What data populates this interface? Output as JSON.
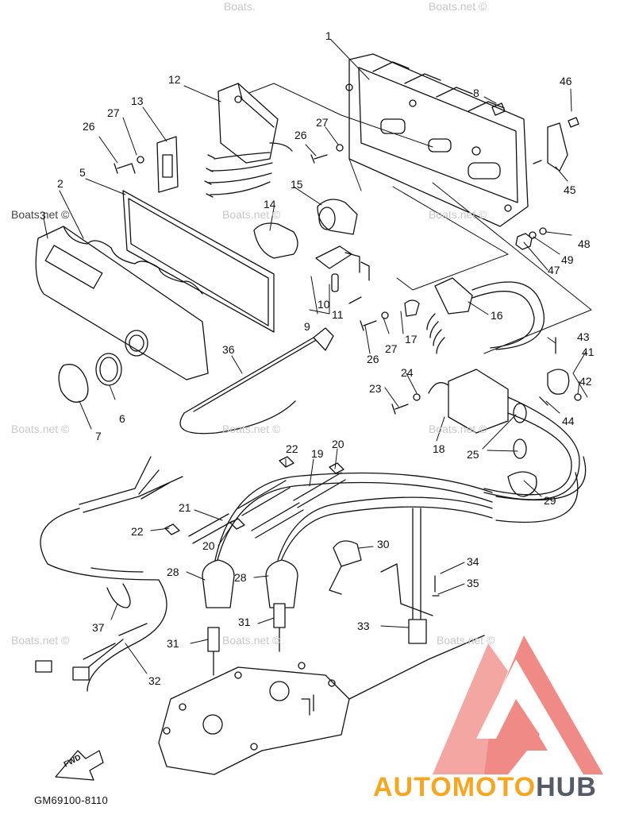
{
  "diagram": {
    "figure_code": "GM69100-8110",
    "fwd_label": "FWD",
    "watermark_text": "Boats.net",
    "watermark_copyright": "Boats.net ©",
    "watermark_partial": "Boats.",
    "brand": {
      "part1": "AUTO",
      "part2": "MOTO",
      "part3": "HUB"
    },
    "brand_colors": {
      "logo_red": "#f08a86",
      "logo_orange": "#f5a623",
      "logo_gray": "#555b66"
    },
    "callouts": [
      {
        "id": "c1",
        "label": "1"
      },
      {
        "id": "c2",
        "label": "2"
      },
      {
        "id": "c3",
        "label": "3"
      },
      {
        "id": "c5",
        "label": "5"
      },
      {
        "id": "c6",
        "label": "6"
      },
      {
        "id": "c7",
        "label": "7"
      },
      {
        "id": "c8",
        "label": "8"
      },
      {
        "id": "c9",
        "label": "9"
      },
      {
        "id": "c10",
        "label": "10"
      },
      {
        "id": "c11",
        "label": "11"
      },
      {
        "id": "c12",
        "label": "12"
      },
      {
        "id": "c13",
        "label": "13"
      },
      {
        "id": "c14",
        "label": "14"
      },
      {
        "id": "c15",
        "label": "15"
      },
      {
        "id": "c16",
        "label": "16"
      },
      {
        "id": "c17",
        "label": "17"
      },
      {
        "id": "c18",
        "label": "18"
      },
      {
        "id": "c19",
        "label": "19"
      },
      {
        "id": "c20a",
        "label": "20"
      },
      {
        "id": "c20b",
        "label": "20"
      },
      {
        "id": "c21",
        "label": "21"
      },
      {
        "id": "c22a",
        "label": "22"
      },
      {
        "id": "c22b",
        "label": "22"
      },
      {
        "id": "c23",
        "label": "23"
      },
      {
        "id": "c24",
        "label": "24"
      },
      {
        "id": "c25",
        "label": "25"
      },
      {
        "id": "c26a",
        "label": "26"
      },
      {
        "id": "c26b",
        "label": "26"
      },
      {
        "id": "c26c",
        "label": "26"
      },
      {
        "id": "c27a",
        "label": "27"
      },
      {
        "id": "c27b",
        "label": "27"
      },
      {
        "id": "c27c",
        "label": "27"
      },
      {
        "id": "c28a",
        "label": "28"
      },
      {
        "id": "c28b",
        "label": "28"
      },
      {
        "id": "c29",
        "label": "29"
      },
      {
        "id": "c30",
        "label": "30"
      },
      {
        "id": "c31a",
        "label": "31"
      },
      {
        "id": "c31b",
        "label": "31"
      },
      {
        "id": "c32",
        "label": "32"
      },
      {
        "id": "c33",
        "label": "33"
      },
      {
        "id": "c34",
        "label": "34"
      },
      {
        "id": "c35",
        "label": "35"
      },
      {
        "id": "c36",
        "label": "36"
      },
      {
        "id": "c37",
        "label": "37"
      },
      {
        "id": "c41",
        "label": "41"
      },
      {
        "id": "c42",
        "label": "42"
      },
      {
        "id": "c43",
        "label": "43"
      },
      {
        "id": "c44",
        "label": "44"
      },
      {
        "id": "c45",
        "label": "45"
      },
      {
        "id": "c46",
        "label": "46"
      },
      {
        "id": "c47",
        "label": "47"
      },
      {
        "id": "c48",
        "label": "48"
      },
      {
        "id": "c49",
        "label": "49"
      }
    ]
  }
}
